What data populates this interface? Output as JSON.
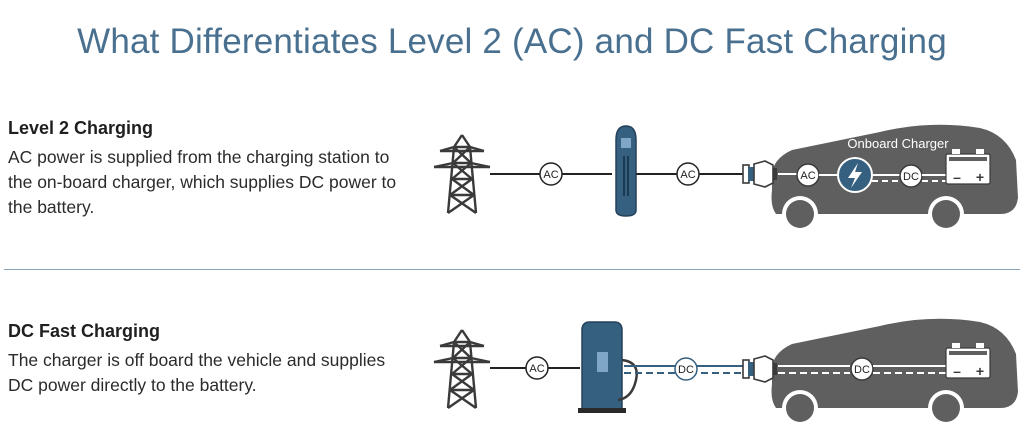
{
  "title": "What Differentiates Level 2 (AC) and DC Fast Charging",
  "level2": {
    "heading": "Level 2 Charging",
    "description": "AC power is supplied from the charging station to the on-board charger, which supplies DC power to the battery.",
    "labels": {
      "grid_to_station": "AC",
      "station_to_car": "AC",
      "car_ac": "AC",
      "car_dc": "DC",
      "onboard": "Onboard Charger"
    }
  },
  "dcfast": {
    "heading": "DC Fast Charging",
    "description": "The charger is off board the vehicle and supplies DC power directly to the battery.",
    "labels": {
      "grid_to_station": "AC",
      "station_to_car": "DC",
      "car_dc": "DC"
    }
  },
  "battery": {
    "minus": "–",
    "plus": "+"
  },
  "icons": {
    "tower": "transmission-tower-icon",
    "lightning": "lightning-bolt-icon",
    "battery": "battery-icon"
  },
  "colors": {
    "title": "#4a7090",
    "station": "#36607f",
    "car": "#5f5f5f",
    "divider": "#8aa2b8"
  }
}
